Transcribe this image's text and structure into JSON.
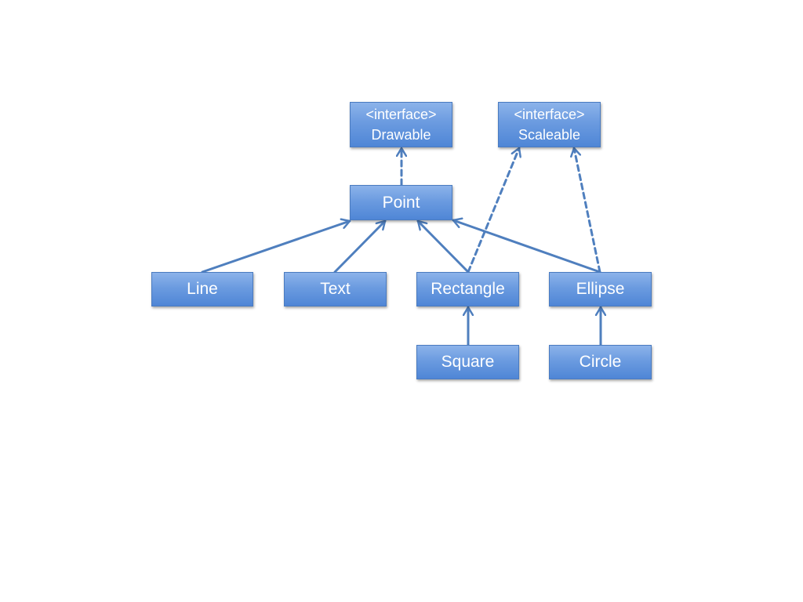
{
  "nodes": {
    "drawable": {
      "stereotype": "<interface>",
      "name": "Drawable"
    },
    "scaleable": {
      "stereotype": "<interface>",
      "name": "Scaleable"
    },
    "point": {
      "name": "Point"
    },
    "line": {
      "name": "Line"
    },
    "text": {
      "name": "Text"
    },
    "rectangle": {
      "name": "Rectangle"
    },
    "ellipse": {
      "name": "Ellipse"
    },
    "square": {
      "name": "Square"
    },
    "circle": {
      "name": "Circle"
    }
  },
  "colors": {
    "box_top": "#8cb3ea",
    "box_bottom": "#4f86d6",
    "box_border": "#4a7bc0",
    "connector": "#4f7fbe",
    "text": "#ffffff"
  }
}
